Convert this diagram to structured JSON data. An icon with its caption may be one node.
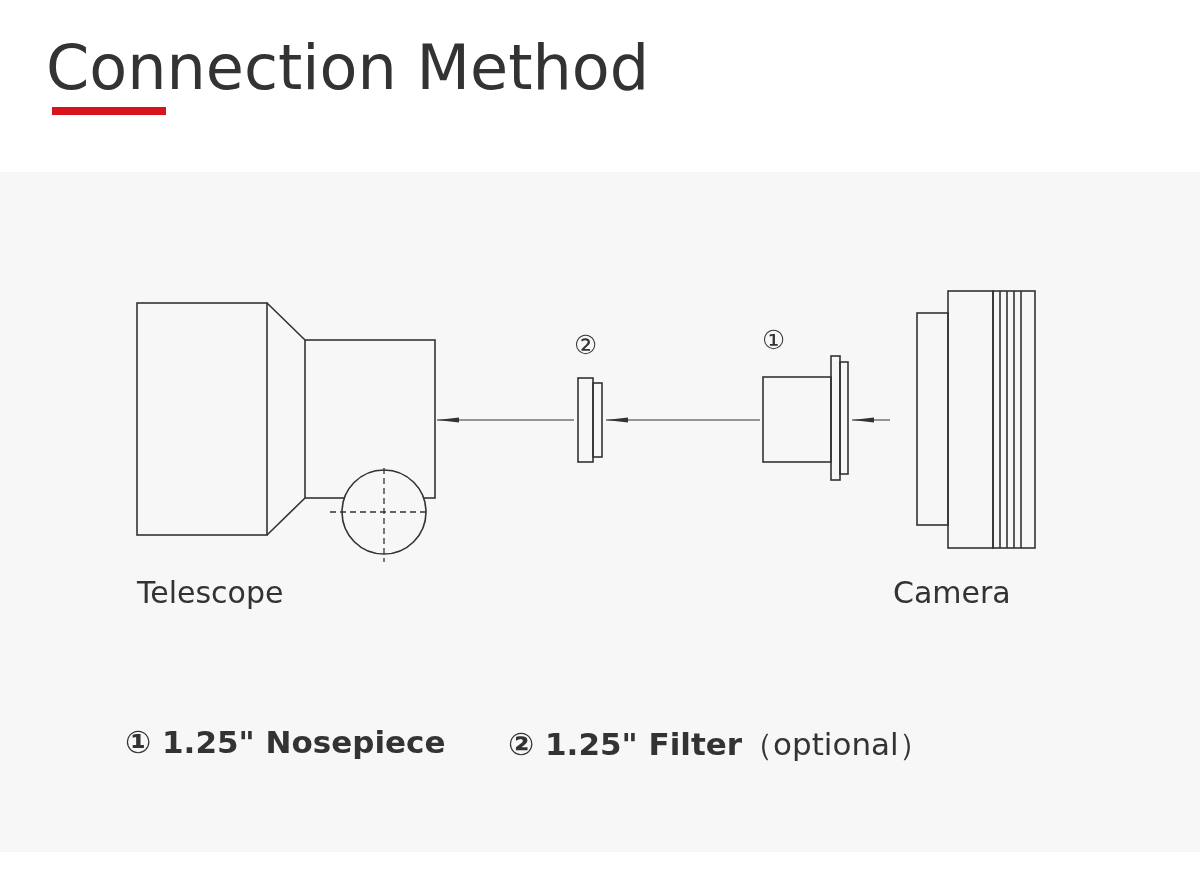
{
  "diagram": {
    "title": "Connection Method",
    "nodes": [
      {
        "text": [
          "Telescope"
        ]
      },
      {
        "text": [
          "②"
        ]
      },
      {
        "text": [
          "①"
        ]
      },
      {
        "text": [
          "Camera"
        ]
      }
    ],
    "edges": [
      {
        "from": 3,
        "to": 2,
        "arrow": "to"
      },
      {
        "from": 2,
        "to": 1,
        "arrow": "to"
      },
      {
        "from": 1,
        "to": 0,
        "arrow": "to"
      }
    ],
    "labels": [
      "**① 1.25\" Nosepiece**",
      "**② 1.25\" Filter**（optional）"
    ]
  }
}
